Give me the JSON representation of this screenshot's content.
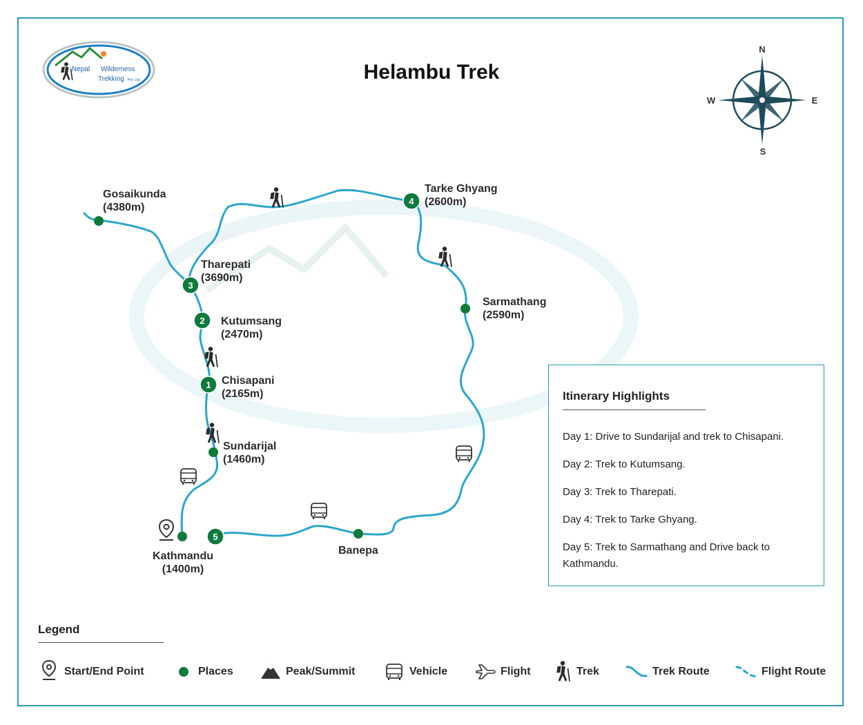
{
  "title": "Helambu Trek",
  "logo": {
    "line1": "Nepal",
    "line2": "Wilderness",
    "line3": "Trekking",
    "suffix": "Pvt. Ltd."
  },
  "compass": {
    "n": "N",
    "e": "E",
    "s": "S",
    "w": "W"
  },
  "places": {
    "gosaikunda": {
      "name": "Gosaikunda",
      "alt": "(4380m)"
    },
    "tharepati": {
      "name": "Tharepati",
      "alt": "(3690m)",
      "day": "3"
    },
    "kutumsang": {
      "name": "Kutumsang",
      "alt": "(2470m)",
      "day": "2"
    },
    "chisapani": {
      "name": "Chisapani",
      "alt": "(2165m)",
      "day": "1"
    },
    "sundarijal": {
      "name": "Sundarijal",
      "alt": "(1460m)"
    },
    "kathmandu": {
      "name": "Kathmandu",
      "alt": "(1400m)"
    },
    "tarke_ghyang": {
      "name": "Tarke Ghyang",
      "alt": "(2600m)",
      "day": "4"
    },
    "sarmathang": {
      "name": "Sarmathang",
      "alt": "(2590m)"
    },
    "banepa": {
      "name": "Banepa"
    },
    "day5": {
      "day": "5"
    }
  },
  "itinerary": {
    "title": "Itinerary Highlights",
    "days": [
      "Day 1: Drive to Sundarijal and trek to Chisapani.",
      "Day 2: Trek to Kutumsang.",
      "Day 3: Trek to Tharepati.",
      "Day 4: Trek to Tarke Ghyang.",
      "Day 5: Trek to Sarmathang and Drive back to Kathmandu."
    ]
  },
  "legend": {
    "title": "Legend",
    "items": [
      "Start/End Point",
      "Places",
      "Peak/Summit",
      "Vehicle",
      "Flight",
      "Trek",
      "Trek Route",
      "Flight Route"
    ]
  },
  "colors": {
    "route": "#2aa6cb",
    "place": "#0e7a3d",
    "frame": "#2a9bb3",
    "compass": "#1f4a5a"
  }
}
